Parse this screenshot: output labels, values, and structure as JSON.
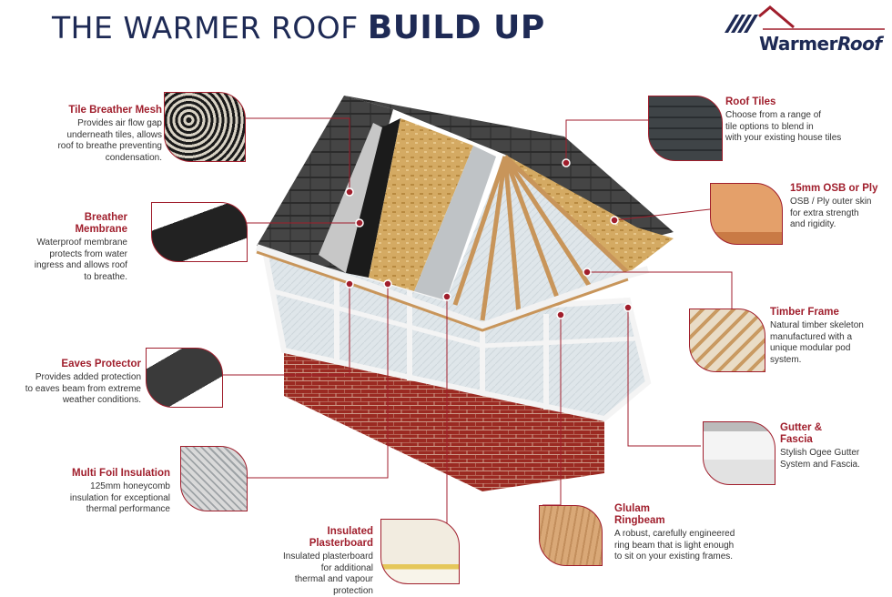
{
  "title": {
    "light": "THE WARMER ROOF",
    "bold": "BUILD UP"
  },
  "logo": {
    "text_a": "Warmer",
    "text_b": "Roof"
  },
  "colors": {
    "accent": "#a01e2c",
    "navy": "#1e2a55"
  },
  "components": {
    "tile_breather_mesh": {
      "name": "Tile Breather Mesh",
      "desc": "Provides air flow gap\nunderneath tiles, allows\nroof to breathe preventing\ncondensation."
    },
    "breather_membrane": {
      "name": "Breather\nMembrane",
      "desc": "Waterproof membrane\nprotects from water\ningress and allows roof\nto breathe."
    },
    "eaves_protector": {
      "name": "Eaves Protector",
      "desc": "Provides added protection\nto eaves beam  from extreme\nweather conditions."
    },
    "multi_foil": {
      "name": "Multi Foil Insulation",
      "desc": "125mm honeycomb\ninsulation for exceptional\nthermal performance"
    },
    "plasterboard": {
      "name": "Insulated\nPlasterboard",
      "desc": "Insulated plasterboard\nfor additional\nthermal and vapour\nprotection"
    },
    "ringbeam": {
      "name": "Glulam\nRingbeam",
      "desc": "A robust, carefully engineered\nring beam that is light enough\nto sit on your existing frames."
    },
    "gutter": {
      "name": "Gutter &\nFascia",
      "desc": "Stylish Ogee Gutter\nSystem and Fascia."
    },
    "timber_frame": {
      "name": "Timber Frame",
      "desc": "Natural timber skeleton\nmanufactured with a\nunique modular pod\nsystem."
    },
    "osb": {
      "name": "15mm OSB or Ply",
      "desc": "OSB / Ply outer skin\nfor extra strength\nand rigidity."
    },
    "roof_tiles": {
      "name": "Roof Tiles",
      "desc": "Choose from a range of\ntile options to blend in\nwith your existing house tiles"
    }
  }
}
